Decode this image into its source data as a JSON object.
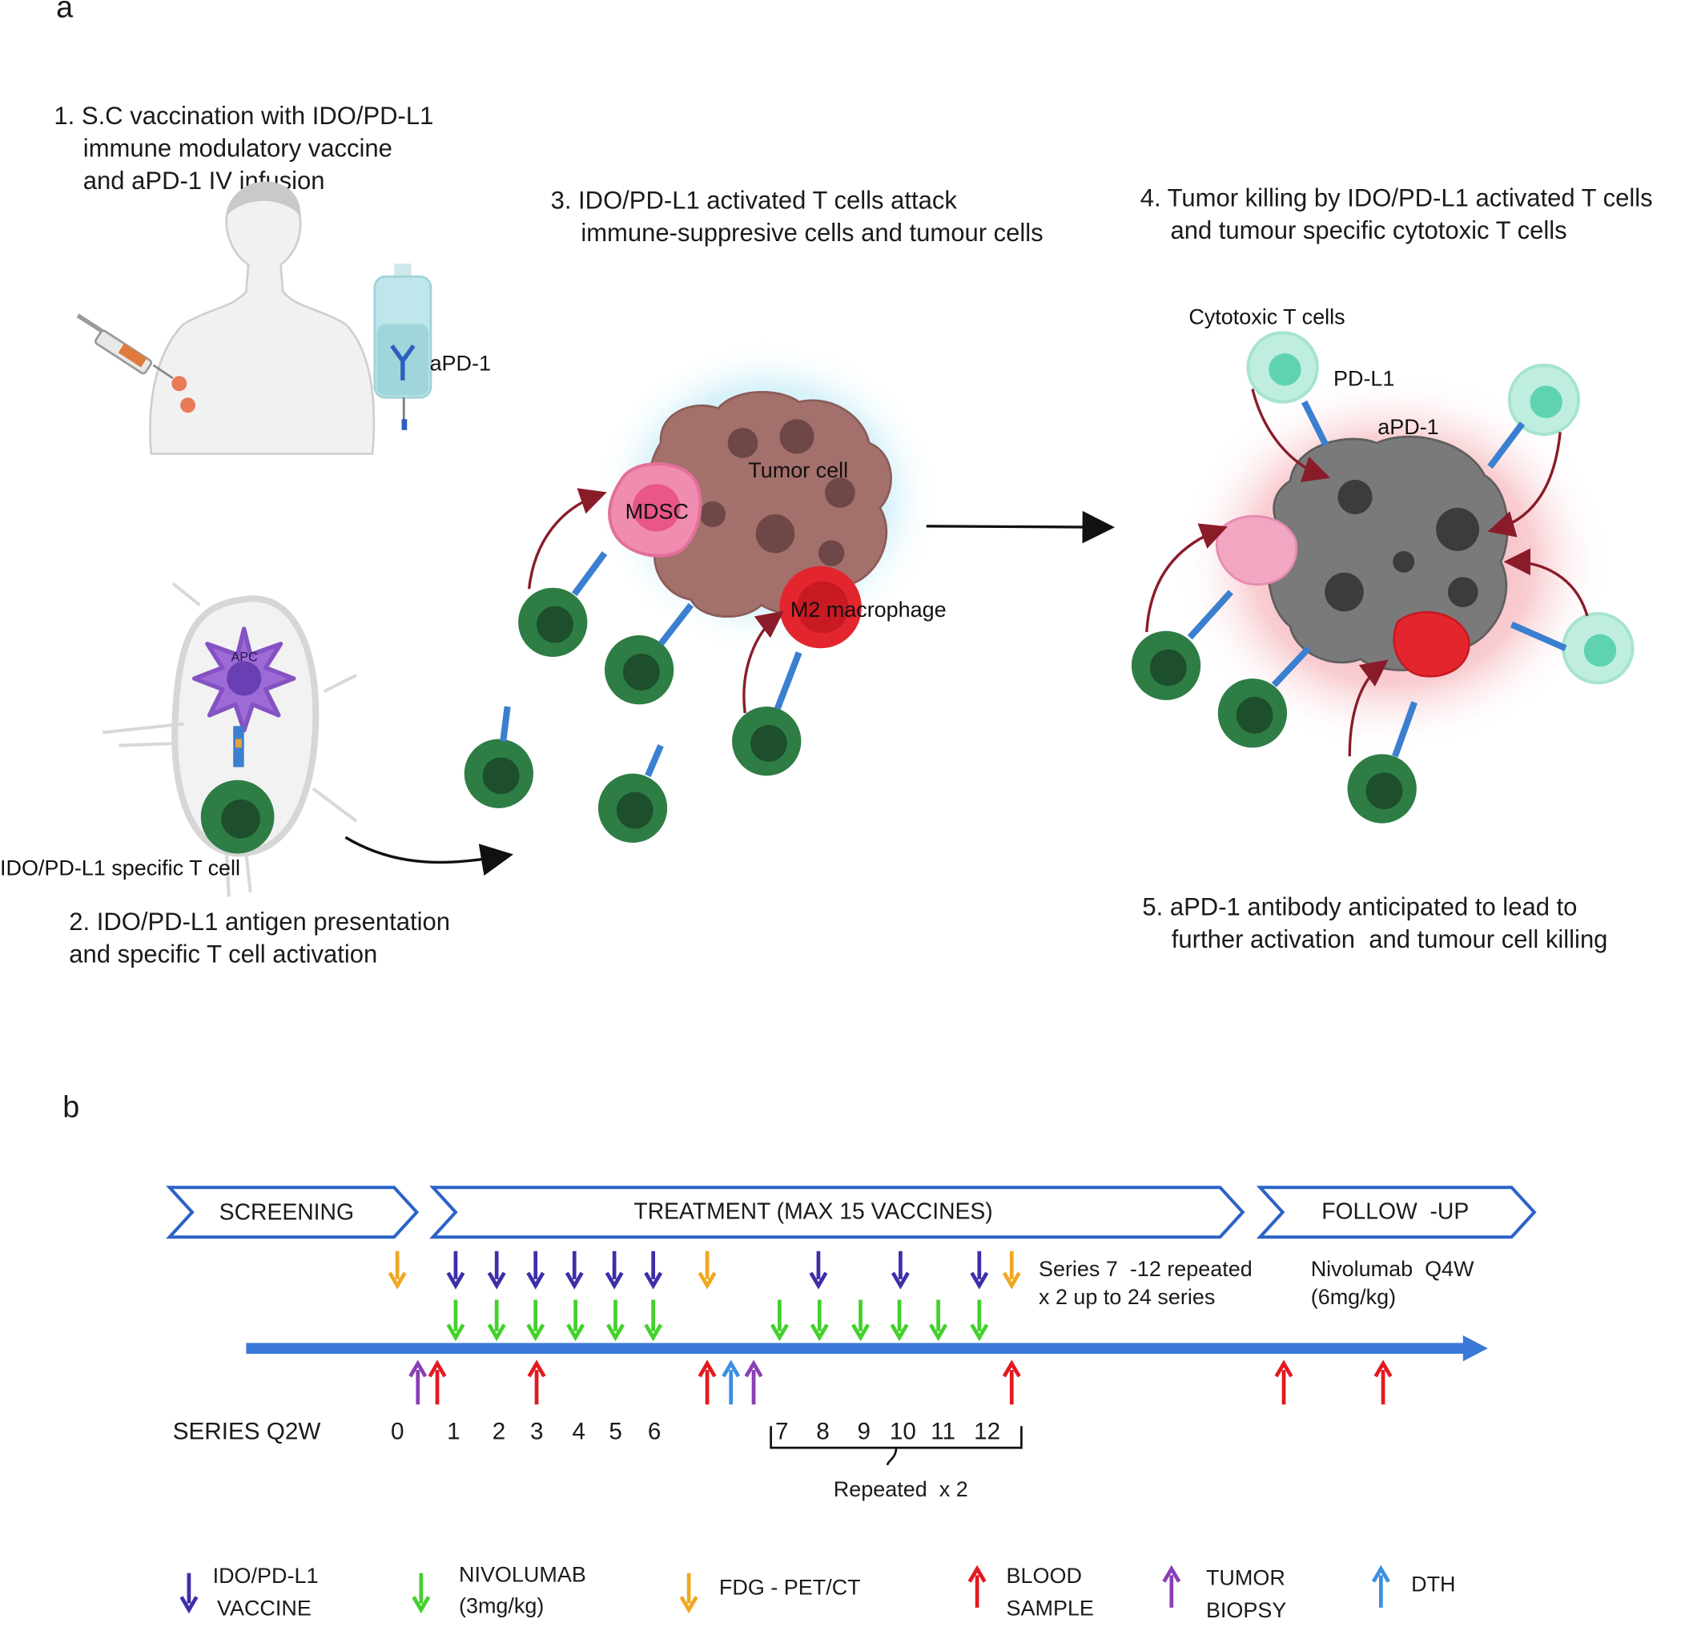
{
  "panel_a": {
    "letter": "a",
    "step1": [
      "1. S.C vaccination with IDO/PD-L1",
      "immune modulatory vaccine",
      "and aPD-1 IV infusion"
    ],
    "apd1_label": "aPD-1",
    "apc_label": "APC",
    "t_cell_label": "IDO/PD-L1 specific T cell",
    "step2": [
      "2. IDO/PD-L1 antigen presentation",
      "and specific T cell activation"
    ],
    "step3": [
      "3. IDO/PD-L1 activated T cells attack",
      "immune-suppresive cells and tumour cells"
    ],
    "tumor_cell_label": "Tumor cell",
    "mdsc_label": "MDSC",
    "m2_label": "M2 macrophage",
    "step4": [
      "4. Tumor killing by IDO/PD-L1 activated T cells",
      "and tumour specific cytotoxic T cells"
    ],
    "cytotoxic_label": "Cytotoxic T cells",
    "pdl1_label": "PD-L1",
    "apd1_label2": "aPD-1",
    "step5": [
      "5. aPD-1 antibody anticipated to lead to",
      "further activation  and tumour cell killing"
    ]
  },
  "panel_b": {
    "letter": "b",
    "phases": {
      "screening": "SCREENING",
      "treatment": "TREATMENT (MAX 15 VACCINES)",
      "followup": "FOLLOW  -UP"
    },
    "series_note": [
      "Series 7  -12 repeated",
      "x 2 up to 24 series"
    ],
    "nivo_note": [
      "Nivolumab  Q4W",
      "(6mg/kg)"
    ],
    "series_label": "SERIES Q2W",
    "series_numbers": [
      "0",
      "1",
      "2",
      "3",
      "4",
      "5",
      "6",
      "7",
      "8",
      "9",
      "10",
      "11",
      "12"
    ],
    "repeated_label": "Repeated  x 2",
    "legend": {
      "vaccine": [
        "IDO/PD-L1",
        "VACCINE"
      ],
      "nivolumab": [
        "NIVOLUMAB",
        "(3mg/kg)"
      ],
      "fdg": "FDG - PET/CT",
      "blood": [
        "BLOOD",
        "SAMPLE"
      ],
      "biopsy": [
        "TUMOR",
        "BIOPSY"
      ],
      "dth": "DTH"
    },
    "colors": {
      "vaccine": "#3c2fa8",
      "nivolumab": "#43d12b",
      "fdg": "#f0a822",
      "blood": "#e3191f",
      "biopsy": "#8a3fb5",
      "dth": "#3b8fe0",
      "timeline": "#3a78d8",
      "phase_outline": "#2b63c7"
    }
  }
}
